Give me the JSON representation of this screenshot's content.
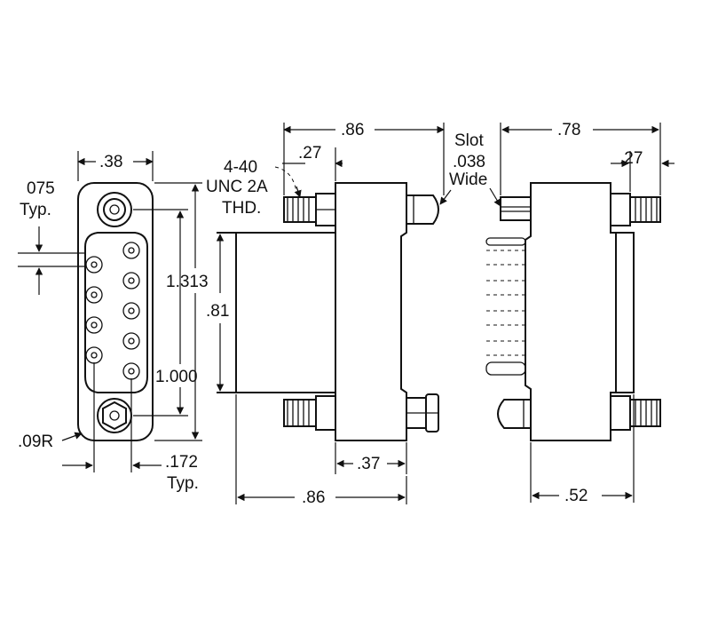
{
  "front_view": {
    "width_dim": ".38",
    "pin_dia": "075",
    "pin_dia_note": "Typ.",
    "corner_radius": ".09R",
    "row_offset": ".172",
    "row_offset_note": "Typ.",
    "height_overall": "1.313",
    "height_center": "1.000"
  },
  "side_view": {
    "overall_top": ".86",
    "thread_length": ".27",
    "thread_line1": "4-40",
    "thread_line2": "UNC 2A",
    "thread_line3": "THD.",
    "body_height": ".81",
    "flange_width": ".37",
    "overall_bottom": ".86"
  },
  "rear_view": {
    "slot_line1": "Slot",
    "slot_line2": ".038",
    "slot_line3": "Wide",
    "overall_top": ".78",
    "thread_length": ".27",
    "bottom_width": ".52"
  }
}
